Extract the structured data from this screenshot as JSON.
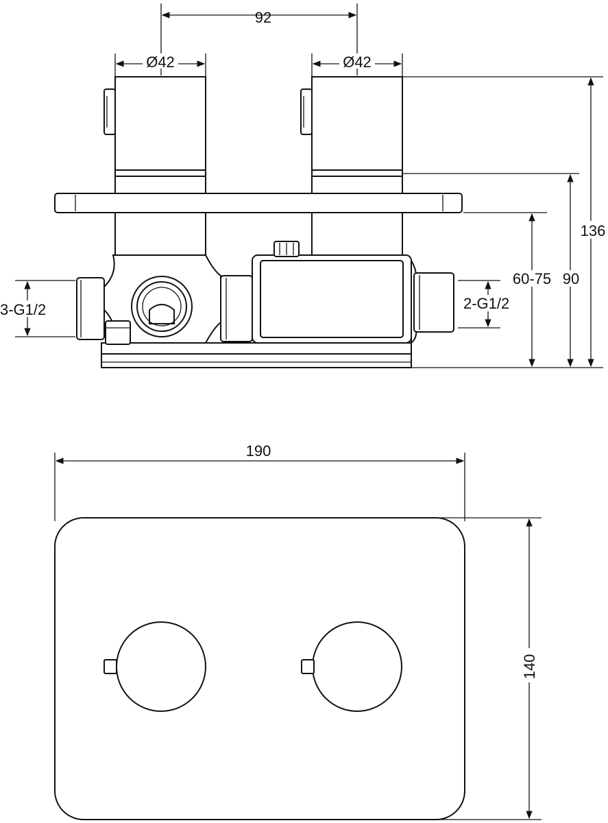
{
  "labels": {
    "spacing": "92",
    "dia_left": "Ø42",
    "dia_right": "Ø42",
    "height_total": "136",
    "height_plate": "90",
    "depth_range": "60-75",
    "inlet_left": "3-G1/2",
    "inlet_right": "2-G1/2",
    "width": "190",
    "height_front": "140"
  }
}
